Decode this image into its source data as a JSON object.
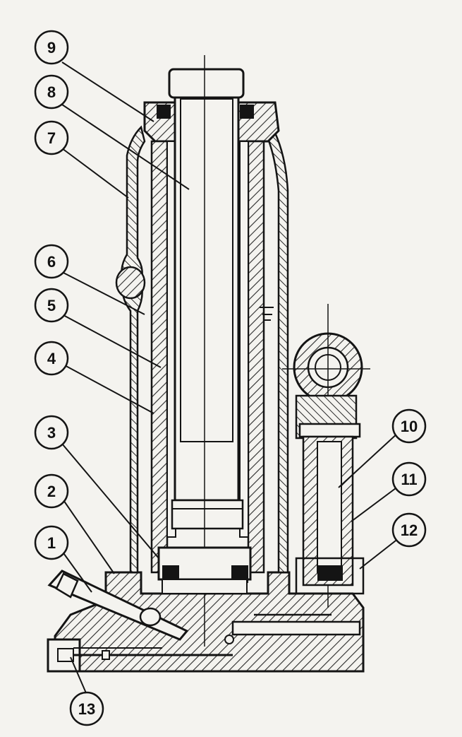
{
  "diagram": {
    "type": "technical-cross-section",
    "colors": {
      "ink": "#141414",
      "paper": "#f4f3ef",
      "hatch": "#2a2a2a"
    },
    "callouts": [
      {
        "id": "1",
        "label": "1"
      },
      {
        "id": "2",
        "label": "2"
      },
      {
        "id": "3",
        "label": "3"
      },
      {
        "id": "4",
        "label": "4"
      },
      {
        "id": "5",
        "label": "5"
      },
      {
        "id": "6",
        "label": "6"
      },
      {
        "id": "7",
        "label": "7"
      },
      {
        "id": "8",
        "label": "8"
      },
      {
        "id": "9",
        "label": "9"
      },
      {
        "id": "10",
        "label": "10"
      },
      {
        "id": "11",
        "label": "11"
      },
      {
        "id": "12",
        "label": "12"
      },
      {
        "id": "13",
        "label": "13"
      }
    ]
  }
}
